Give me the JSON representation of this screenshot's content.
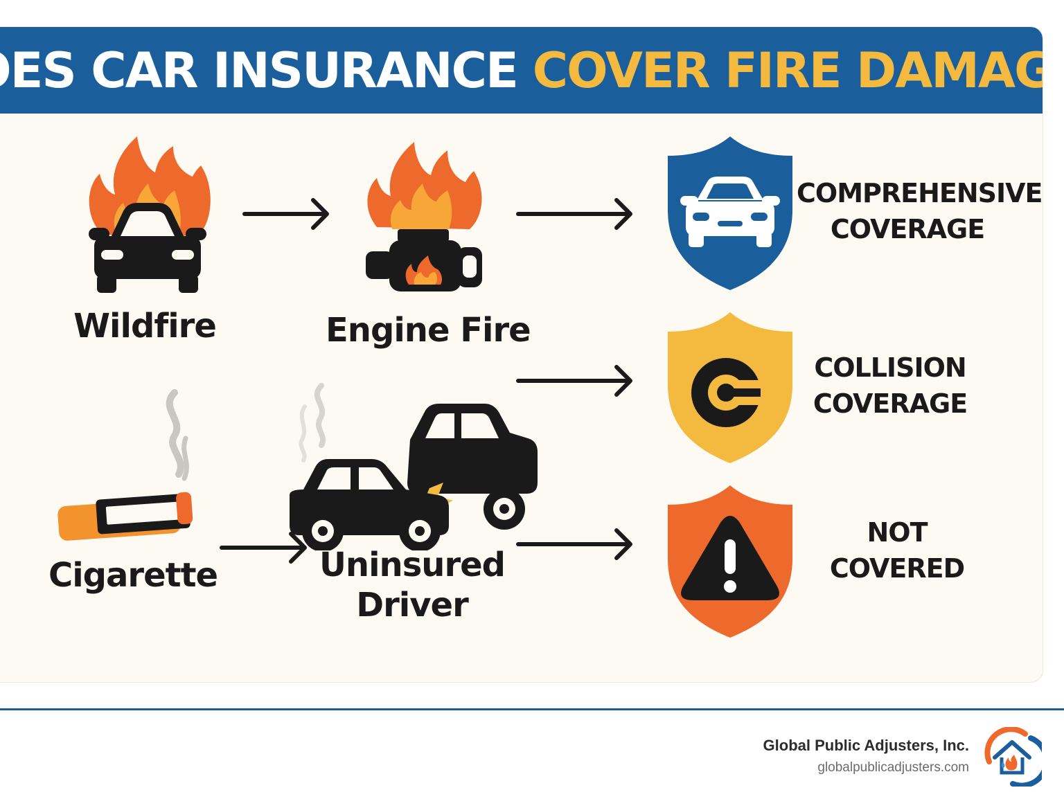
{
  "title": {
    "main": "DOES CAR INSURANCE",
    "highlight": "COVER FIRE DAMAGE?"
  },
  "causes": [
    {
      "label": "Wildfire",
      "icon": "burning-car-icon"
    },
    {
      "label": "Engine Fire",
      "icon": "engine-fire-icon"
    },
    {
      "label": "Cigarette",
      "icon": "cigarette-icon"
    },
    {
      "label": "Uninsured Driver",
      "line1": "Uninsured",
      "line2": "Driver",
      "icon": "car-collision-icon"
    }
  ],
  "coverages": [
    {
      "line1": "COMPREHENSIVE",
      "line2": "COVERAGE",
      "color": "#1b5e9c",
      "icon": "car-shield-icon"
    },
    {
      "line1": "COLLISION",
      "line2": "COVERAGE",
      "color": "#f4b93f",
      "icon": "collision-shield-icon"
    },
    {
      "line1": "NOT",
      "line2": "COVERED",
      "color": "#ee6a2c",
      "icon": "warning-shield-icon"
    }
  ],
  "footer": {
    "company": "Global Public Adjusters, Inc.",
    "website": "globalpublicadjusters.com",
    "logo_icon": "house-flame-logo-icon"
  },
  "colors": {
    "blue": "#1b5e9c",
    "yellow": "#f4b93f",
    "orange": "#ee6a2c",
    "flame_light": "#f7a637",
    "dark": "#1a1a1a"
  }
}
